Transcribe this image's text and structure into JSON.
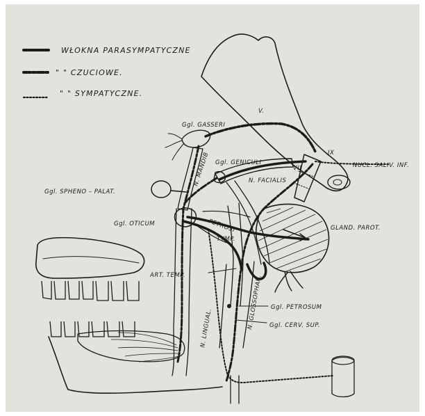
{
  "legend": [
    {
      "style": "solid",
      "text": "WŁOKNA PARASYMPATYCZNE"
    },
    {
      "style": "dash-dot",
      "text": "\"      \"      CZUCIOWE."
    },
    {
      "style": "dotted",
      "text": "\"      \"      SYMPATYCZNE."
    }
  ],
  "labels": {
    "gasseri": "Ggl. GASSERI",
    "v": "V.",
    "mandib": "N. MANDIB",
    "geniculi": "Ggl. GENICULI",
    "facialis": "N. FACIALIS",
    "vii": "VII",
    "ix": "IX",
    "nucl": "NUCL. SALIV. INF.",
    "spheno": "Ggl. SPHENO – PALAT.",
    "oticum": "Ggl. OTICUM",
    "parot": "GLAND. PAROT.",
    "petrosi": "PETROSI",
    "tymp": "TYMP.",
    "arttemp": "ART. TEMP.",
    "lingual": "N. LINGUAL.",
    "glossoph": "N. GLOSSOPHAR.",
    "petrosum": "Ggl. PETROSUM",
    "cerv": "Ggl. CERV. SUP."
  },
  "colors": {
    "paper": "#e4e2dd",
    "ink": "#1b1b1b"
  }
}
